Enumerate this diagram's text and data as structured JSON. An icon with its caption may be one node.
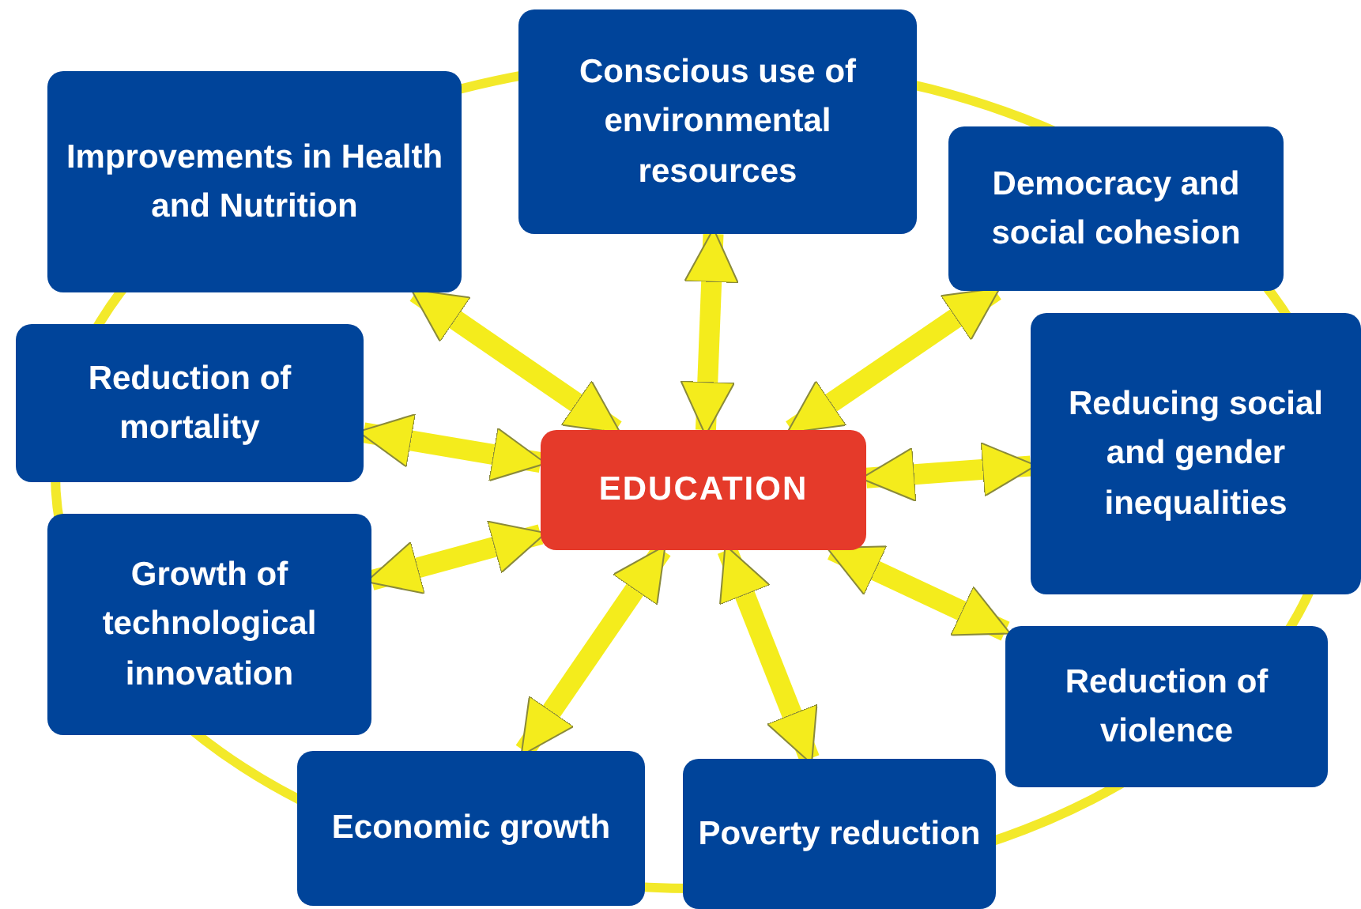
{
  "diagram": {
    "nodes": [
      {
        "text": [
          "EDUCATION"
        ]
      },
      {
        "text": [
          "Conscious use of environmental resources"
        ]
      },
      {
        "text": [
          "Improvements in Health and Nutrition"
        ]
      },
      {
        "text": [
          "Democracy and social cohesion"
        ]
      },
      {
        "text": [
          "Reduction of mortality"
        ]
      },
      {
        "text": [
          "Reducing social and gender inequalities"
        ]
      },
      {
        "text": [
          "Growth of technological innovation"
        ]
      },
      {
        "text": [
          "Reduction of violence"
        ]
      },
      {
        "text": [
          "Economic growth"
        ]
      },
      {
        "text": [
          "Poverty reduction"
        ]
      }
    ],
    "edges": [
      {
        "from": 0,
        "to": 1,
        "arrow": "both"
      },
      {
        "from": 0,
        "to": 2,
        "arrow": "both"
      },
      {
        "from": 0,
        "to": 3,
        "arrow": "both"
      },
      {
        "from": 0,
        "to": 4,
        "arrow": "both"
      },
      {
        "from": 0,
        "to": 5,
        "arrow": "both"
      },
      {
        "from": 0,
        "to": 6,
        "arrow": "both"
      },
      {
        "from": 0,
        "to": 7,
        "arrow": "both"
      },
      {
        "from": 0,
        "to": 8,
        "arrow": "both"
      },
      {
        "from": 0,
        "to": 9,
        "arrow": "both"
      }
    ]
  }
}
